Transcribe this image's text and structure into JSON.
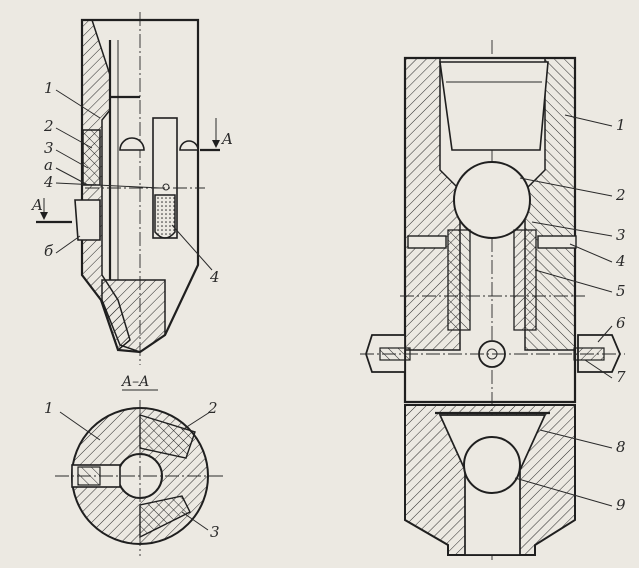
{
  "section_title": "A–A",
  "section_marks": {
    "upper_right": "A",
    "left": "A"
  },
  "left_view_labels": {
    "l1": "1",
    "l2": "2",
    "l3": "3",
    "la": "a",
    "l4": "4",
    "lb": "б",
    "l4b": "4"
  },
  "section_view_labels": {
    "s1": "1",
    "s2": "2",
    "s3": "3"
  },
  "right_view_labels": {
    "r1": "1",
    "r2": "2",
    "r3": "3",
    "r4": "4",
    "r5": "5",
    "r6": "6",
    "r7": "7",
    "r8": "8",
    "r9": "9"
  },
  "colors": {
    "ink": "#2a2a2a",
    "paper": "#ece9e2"
  }
}
